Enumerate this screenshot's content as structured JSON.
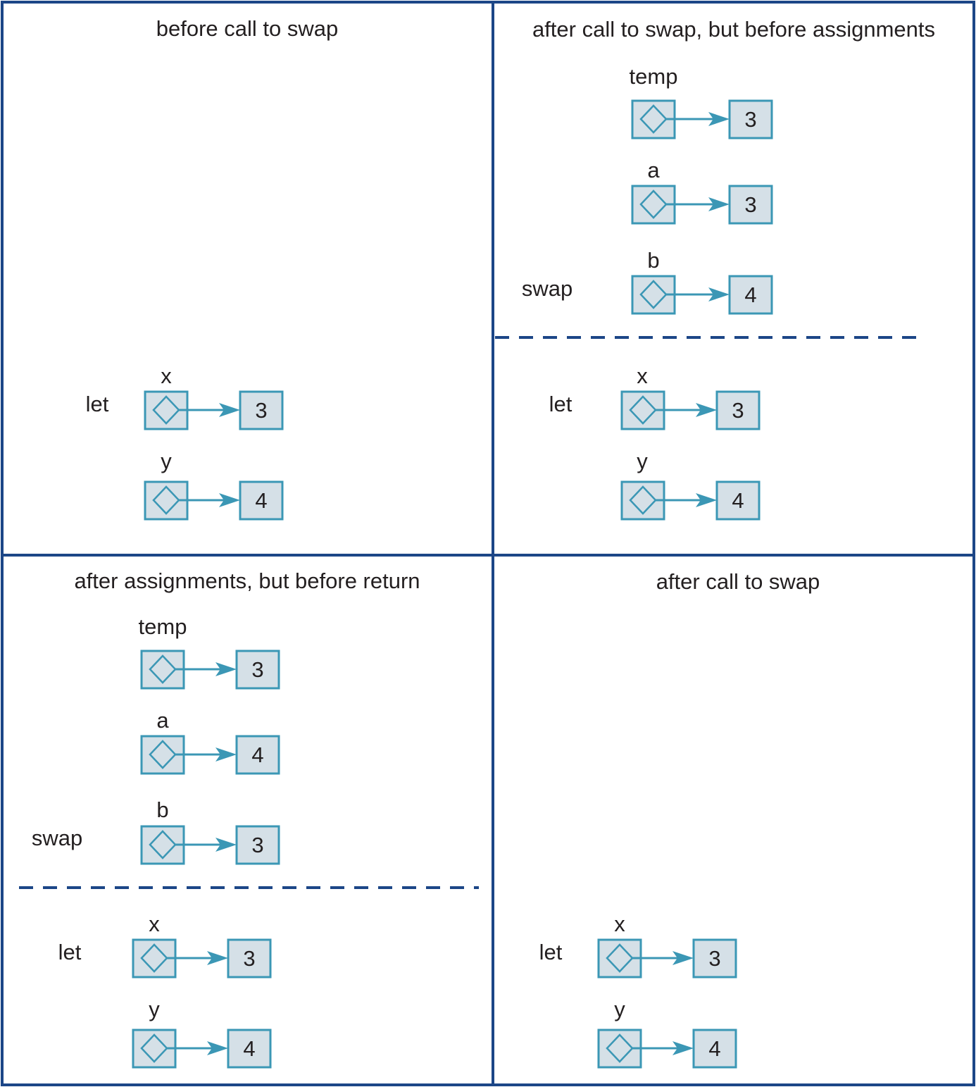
{
  "panels": [
    {
      "title": "before call to swap",
      "swap_frame": null,
      "let_frame": {
        "label": "let",
        "vars": [
          {
            "name": "x",
            "value": "3"
          },
          {
            "name": "y",
            "value": "4"
          }
        ]
      }
    },
    {
      "title": "after call to swap, but before assignments",
      "swap_frame": {
        "label": "swap",
        "vars": [
          {
            "name": "temp",
            "value": "3"
          },
          {
            "name": "a",
            "value": "3"
          },
          {
            "name": "b",
            "value": "4"
          }
        ]
      },
      "let_frame": {
        "label": "let",
        "vars": [
          {
            "name": "x",
            "value": "3"
          },
          {
            "name": "y",
            "value": "4"
          }
        ]
      }
    },
    {
      "title": "after assignments, but before return",
      "swap_frame": {
        "label": "swap",
        "vars": [
          {
            "name": "temp",
            "value": "3"
          },
          {
            "name": "a",
            "value": "4"
          },
          {
            "name": "b",
            "value": "3"
          }
        ]
      },
      "let_frame": {
        "label": "let",
        "vars": [
          {
            "name": "x",
            "value": "3"
          },
          {
            "name": "y",
            "value": "4"
          }
        ]
      }
    },
    {
      "title": "after call to swap",
      "swap_frame": null,
      "let_frame": {
        "label": "let",
        "vars": [
          {
            "name": "x",
            "value": "3"
          },
          {
            "name": "y",
            "value": "4"
          }
        ]
      }
    }
  ],
  "colors": {
    "border": "#1c4687",
    "box_fill": "#d5e0e7",
    "box_stroke": "#3b97b5",
    "text": "#231f20"
  }
}
